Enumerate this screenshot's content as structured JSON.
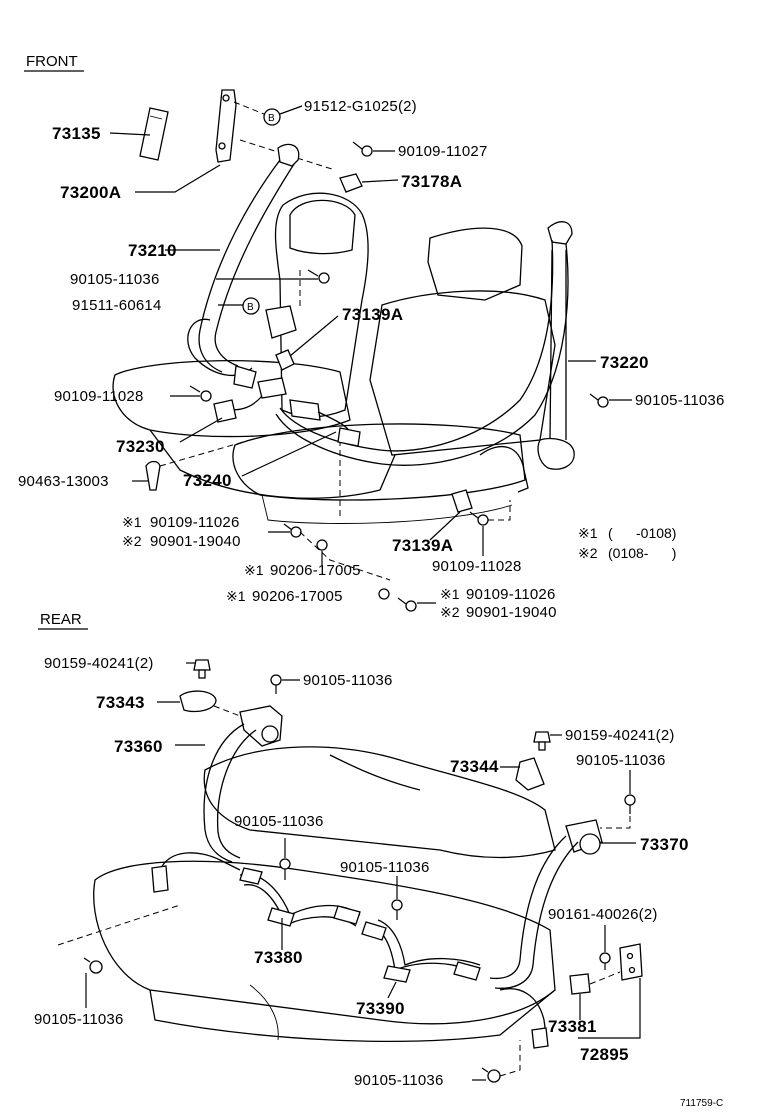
{
  "sections": {
    "front": "FRONT",
    "rear": "REAR"
  },
  "front_parts": {
    "p73135": "73135",
    "p73200A": "73200A",
    "p91512": "91512-G1025(2)",
    "p90109_11027": "90109-11027",
    "p73178A": "73178A",
    "p73210": "73210",
    "p90105_a": "90105-11036",
    "p91511": "91511-60614",
    "p73139A_top": "73139A",
    "p73220": "73220",
    "p90109_11028_left": "90109-11028",
    "p90105_right": "90105-11036",
    "p73230": "73230",
    "p90463": "90463-13003",
    "p73240": "73240",
    "p73139A_bottom": "73139A",
    "p90109_11028_bottom": "90109-11028"
  },
  "variant_parts": {
    "m1": "※1",
    "m2": "※2",
    "v1_left": "90109-11026",
    "v2_left": "90901-19040",
    "w1_a": "90206-17005",
    "w1_b": "90206-17005",
    "v1_right": "90109-11026",
    "v2_right": "90901-19040"
  },
  "notes": {
    "n1_mark": "※1",
    "n1_text": "(      -0108)",
    "n2_mark": "※2",
    "n2_text": "(0108-      )"
  },
  "rear_parts": {
    "p90159_left": "90159-40241(2)",
    "p90105_top": "90105-11036",
    "p73343": "73343",
    "p73360": "73360",
    "p90159_right": "90159-40241(2)",
    "p73344": "73344",
    "p90105_right": "90105-11036",
    "p90105_mid1": "90105-11036",
    "p90105_mid2": "90105-11036",
    "p73370": "73370",
    "p90161": "90161-40026(2)",
    "p73380": "73380",
    "p73390": "73390",
    "p73381": "73381",
    "p72895": "72895",
    "p90105_left": "90105-11036",
    "p90105_bottom": "90105-11036"
  },
  "symbols": {
    "b_mark": "B"
  },
  "footer": {
    "ref_code": "711759-C"
  }
}
